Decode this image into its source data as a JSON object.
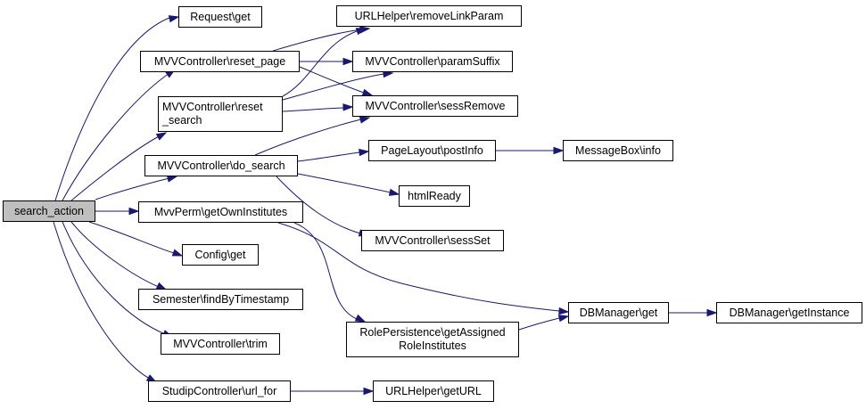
{
  "nodes": {
    "search_action": "search_action",
    "request_get": "Request\\get",
    "mvv_reset_page": "MVVController\\reset_page",
    "mvv_reset_search": "MVVController\\reset\n_search",
    "mvv_do_search": "MVVController\\do_search",
    "mvvperm_get_own_institutes": "MvvPerm\\getOwnInstitutes",
    "config_get": "Config\\get",
    "semester_find_by_timestamp": "Semester\\findByTimestamp",
    "mvv_trim": "MVVController\\trim",
    "studip_url_for": "StudipController\\url_for",
    "urlhelper_remove_link_param": "URLHelper\\removeLinkParam",
    "mvv_param_suffix": "MVVController\\paramSuffix",
    "mvv_sess_remove": "MVVController\\sessRemove",
    "pagelayout_post_info": "PageLayout\\postInfo",
    "html_ready": "htmlReady",
    "mvv_sess_set": "MVVController\\sessSet",
    "role_get_assigned_role_institutes": "RolePersistence\\getAssigned\nRoleInstitutes",
    "urlhelper_get_url": "URLHelper\\getURL",
    "messagebox_info": "MessageBox\\info",
    "dbmanager_get": "DBManager\\get",
    "dbmanager_get_instance": "DBManager\\getInstance"
  },
  "edges": [
    [
      "search_action",
      "request_get"
    ],
    [
      "search_action",
      "mvv_reset_page"
    ],
    [
      "search_action",
      "mvv_reset_search"
    ],
    [
      "search_action",
      "mvv_do_search"
    ],
    [
      "search_action",
      "mvvperm_get_own_institutes"
    ],
    [
      "search_action",
      "config_get"
    ],
    [
      "search_action",
      "semester_find_by_timestamp"
    ],
    [
      "search_action",
      "mvv_trim"
    ],
    [
      "search_action",
      "studip_url_for"
    ],
    [
      "mvv_reset_page",
      "urlhelper_remove_link_param"
    ],
    [
      "mvv_reset_page",
      "mvv_param_suffix"
    ],
    [
      "mvv_reset_page",
      "mvv_sess_remove"
    ],
    [
      "mvv_reset_search",
      "urlhelper_remove_link_param"
    ],
    [
      "mvv_reset_search",
      "mvv_param_suffix"
    ],
    [
      "mvv_reset_search",
      "mvv_sess_remove"
    ],
    [
      "mvv_do_search",
      "mvv_sess_remove"
    ],
    [
      "mvv_do_search",
      "pagelayout_post_info"
    ],
    [
      "mvv_do_search",
      "html_ready"
    ],
    [
      "mvv_do_search",
      "mvv_sess_set"
    ],
    [
      "mvvperm_get_own_institutes",
      "dbmanager_get"
    ],
    [
      "mvvperm_get_own_institutes",
      "role_get_assigned_role_institutes"
    ],
    [
      "studip_url_for",
      "urlhelper_get_url"
    ],
    [
      "pagelayout_post_info",
      "messagebox_info"
    ],
    [
      "role_get_assigned_role_institutes",
      "dbmanager_get"
    ],
    [
      "dbmanager_get",
      "dbmanager_get_instance"
    ]
  ],
  "colors": {
    "edge": "#191970",
    "root_fill": "#bfbfbf",
    "node_fill": "#ffffff",
    "border": "#000000"
  }
}
